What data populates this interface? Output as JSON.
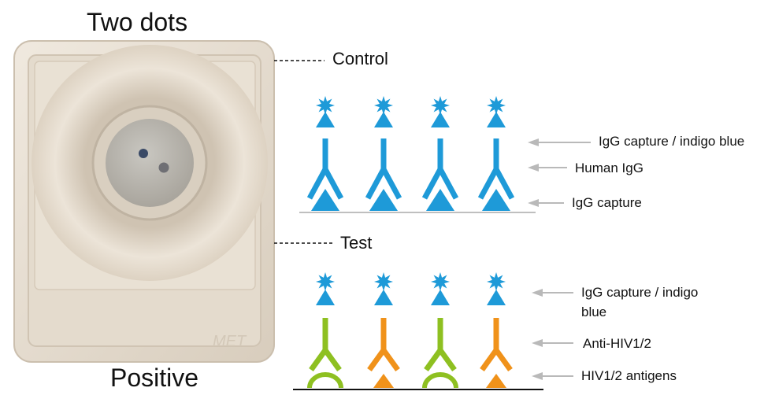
{
  "header": {
    "title": "Two dots"
  },
  "footer": {
    "result": "Positive"
  },
  "device": {
    "control_label": "Control",
    "test_label": "Test",
    "colors": {
      "body": "#e6ddd0",
      "dot": "#3a4a66"
    }
  },
  "control_panel": {
    "labels": [
      "IgG capture /  indigo blue",
      "Human IgG",
      "IgG capture"
    ]
  },
  "test_panel": {
    "labels": [
      "IgG capture /  indigo",
      "blue",
      "Anti-HIV1/2",
      "HIV1/2 antigens"
    ]
  },
  "colors": {
    "blue": "#1e9ad8",
    "green": "#8ec021",
    "orange": "#f0921a",
    "arrow": "#b9b9b9"
  }
}
